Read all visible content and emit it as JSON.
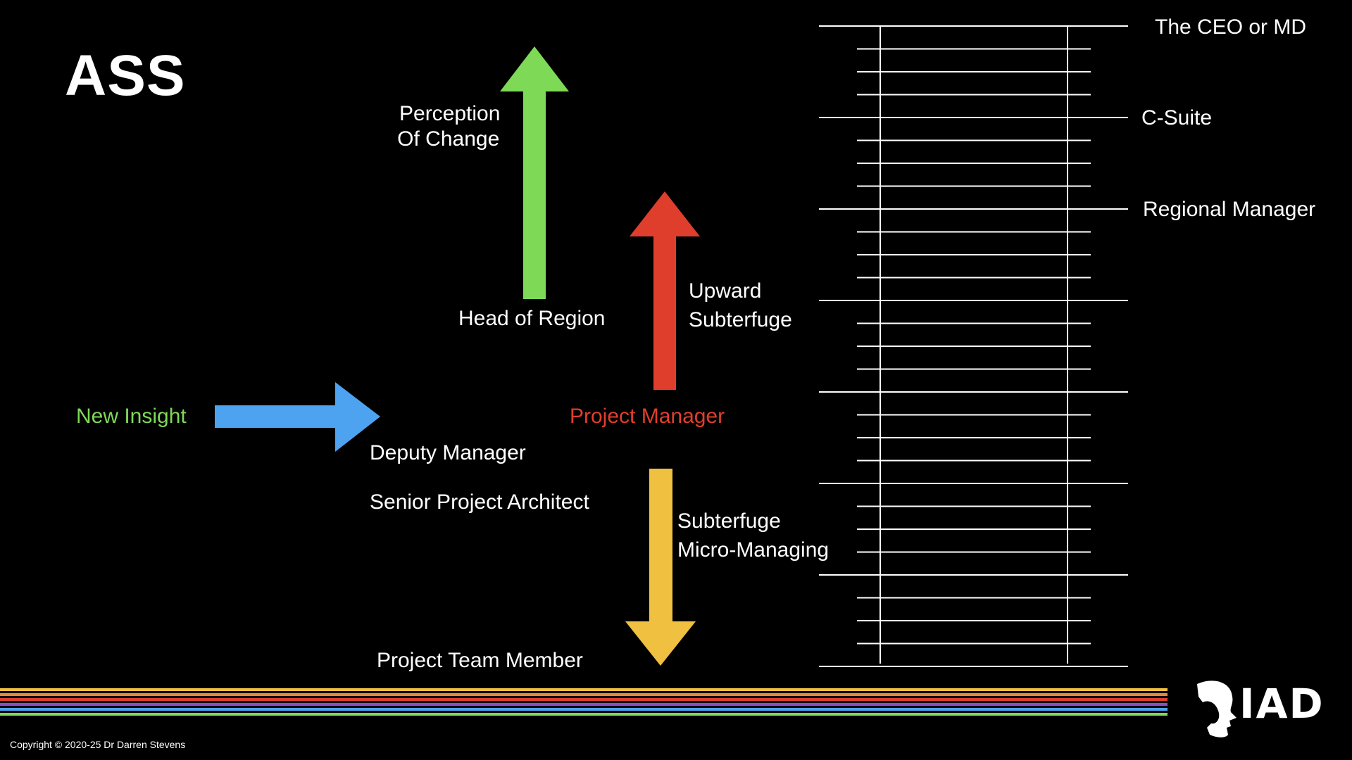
{
  "slide": {
    "title": "ASS",
    "copyright": "Copyright © 2020-25 Dr Darren Stevens",
    "logo_text": "IAD"
  },
  "colors": {
    "background": "#000000",
    "green": "#7ED957",
    "red": "#E03E2D",
    "blue": "#4DA3F0",
    "yellow": "#F0C040",
    "white": "#FFFFFF"
  },
  "labels": {
    "perception_line1": "Perception",
    "perception_line2": "Of Change",
    "head_of_region": "Head of Region",
    "upward_line1": "Upward",
    "upward_line2": "Subterfuge",
    "new_insight": "New Insight",
    "project_manager": "Project Manager",
    "deputy_manager": "Deputy Manager",
    "senior_project_architect": "Senior Project Architect",
    "subterfuge_line1": "Subterfuge",
    "subterfuge_line2": "Micro-Managing",
    "project_team_member": "Project Team Member"
  },
  "ladder": {
    "levels": [
      "The CEO or MD",
      "C-Suite",
      "Regional Manager"
    ]
  },
  "stripes": {
    "colors": [
      "#F0C040",
      "#E8883A",
      "#E03E2D",
      "#8A4FC0",
      "#4DA3F0",
      "#7ED957"
    ]
  }
}
